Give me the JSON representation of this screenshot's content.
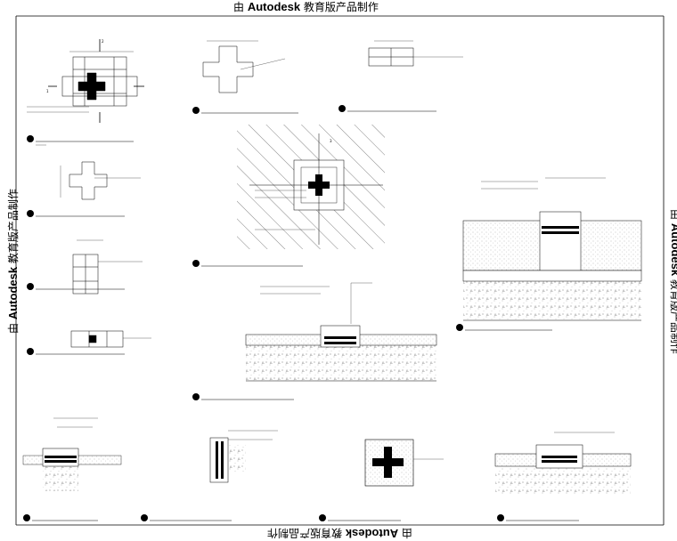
{
  "watermark": {
    "prefix": "由",
    "brand": "Autodesk",
    "suffix": "教育版产品制作"
  },
  "drawing": {
    "section_marker_2": "2",
    "section_marker_1": "1",
    "section_marker_3": "3"
  },
  "colors": {
    "ink": "#000000",
    "paper": "#ffffff",
    "hatch": "#333333"
  }
}
